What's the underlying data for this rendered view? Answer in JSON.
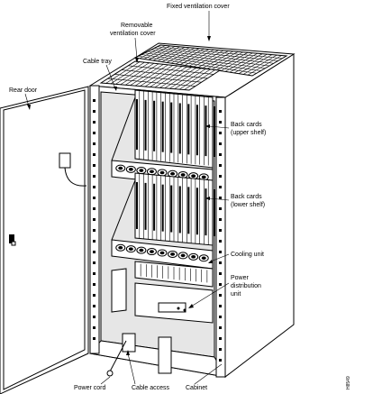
{
  "labels": {
    "fixed_ventilation_cover": "Fixed ventilation cover",
    "removable_ventilation_cover_line1": "Removable",
    "removable_ventilation_cover_line2": "ventilation cover",
    "cable_tray": "Cable tray",
    "rear_door": "Rear door",
    "back_cards_upper_line1": "Back cards",
    "back_cards_upper_line2": "(upper shelf)",
    "back_cards_lower_line1": "Back cards",
    "back_cards_lower_line2": "(lower shelf)",
    "cooling_unit": "Cooling unit",
    "power_distribution_line1": "Power",
    "power_distribution_line2": "distribution",
    "power_distribution_line3": "unit",
    "power_cord": "Power cord",
    "cable_access": "Cable access",
    "cabinet": "Cabinet",
    "figure_id": "H8549"
  }
}
